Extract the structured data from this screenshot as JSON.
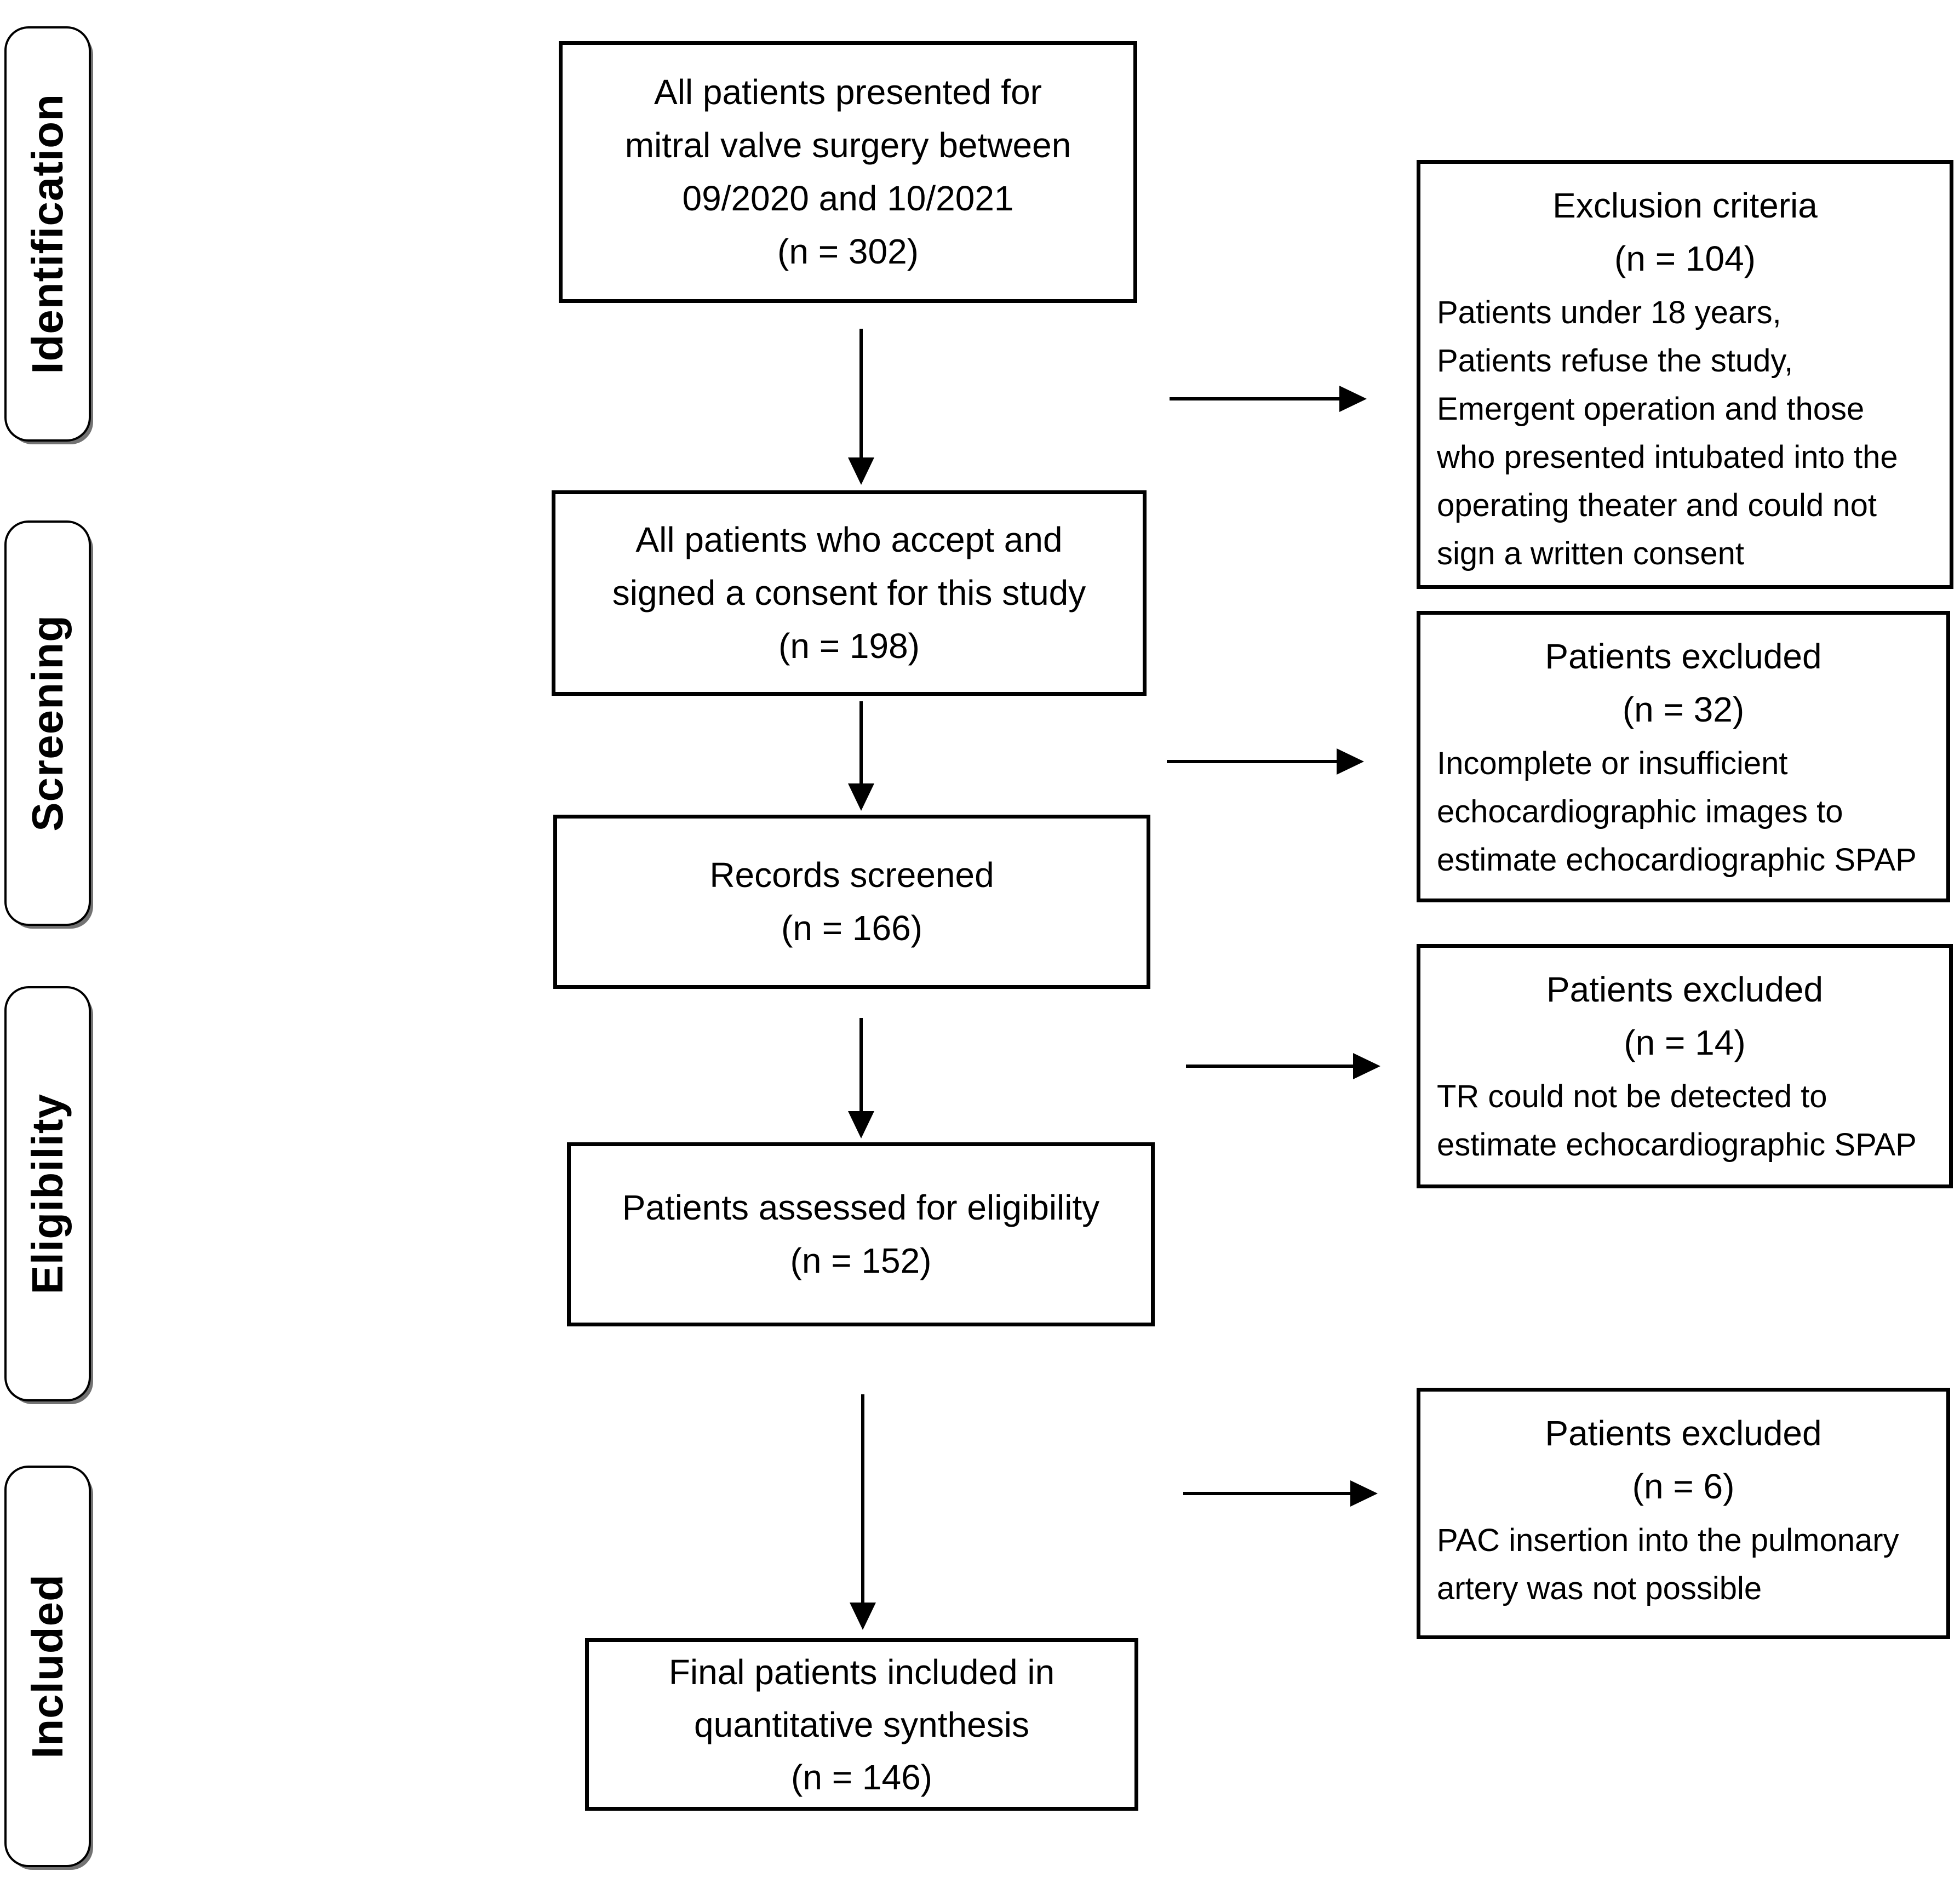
{
  "stages": [
    {
      "label": "Identification"
    },
    {
      "label": "Screening"
    },
    {
      "label": "Eligibility"
    },
    {
      "label": "Included"
    }
  ],
  "flow": [
    {
      "text": "All patients presented for\nmitral valve surgery between\n09/2020 and 10/2021\n(n = 302)",
      "n": 302
    },
    {
      "text": "All patients who accept and\nsigned a consent for this study\n(n = 198)",
      "n": 198
    },
    {
      "text": "Records screened\n(n = 166)",
      "n": 166
    },
    {
      "text": "Patients assessed for eligibility\n(n = 152)",
      "n": 152
    },
    {
      "text": "Final patients included in\nquantitative synthesis\n(n = 146)",
      "n": 146
    }
  ],
  "exclusions": [
    {
      "title": "Exclusion criteria",
      "count": "(n = 104)",
      "n": 104,
      "body": "Patients under 18 years,\nPatients refuse the study,\nEmergent operation and those\nwho presented intubated into the\noperating theater and could not\nsign a written consent"
    },
    {
      "title": "Patients excluded",
      "count": "(n = 32)",
      "n": 32,
      "body": "Incomplete or insufficient\nechocardiographic images to\nestimate echocardiographic SPAP"
    },
    {
      "title": "Patients excluded",
      "count": "(n = 14)",
      "n": 14,
      "body": "TR could not be detected to\nestimate echocardiographic SPAP"
    },
    {
      "title": "Patients excluded",
      "count": "(n = 6)",
      "n": 6,
      "body": "PAC insertion into the pulmonary\nartery was not possible"
    }
  ],
  "colors": {
    "ink": "#000000",
    "background": "#ffffff"
  }
}
